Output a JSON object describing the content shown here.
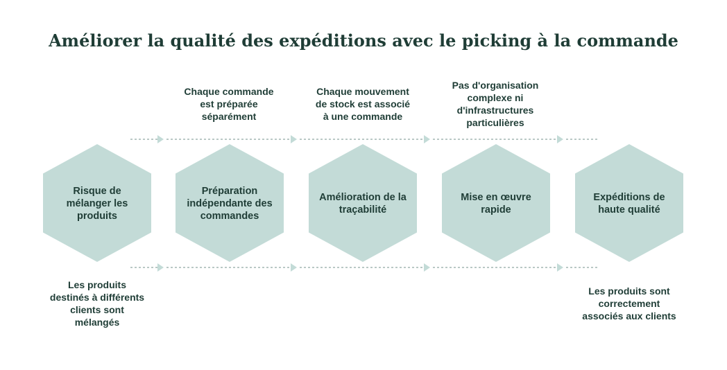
{
  "title": "Améliorer la qualité des expéditions avec le picking à la commande",
  "colors": {
    "hexagon": "#c3dbd7",
    "text": "#1f3d36",
    "arrow": "#8fa7a2"
  },
  "steps": [
    {
      "label": "Risque de\nmélanger les\nproduits"
    },
    {
      "label": "Préparation\nindépendante des\ncommandes"
    },
    {
      "label": "Amélioration de la\ntraçabilité"
    },
    {
      "label": "Mise en œuvre\nrapide"
    },
    {
      "label": "Expéditions de\nhaute qualité"
    }
  ],
  "benefits_top": [
    "Chaque commande\nest préparée\nséparément",
    "Chaque mouvement\nde stock est associé\nà une commande",
    "Pas d'organisation\ncomplexe ni\nd'infrastructures\nparticulières"
  ],
  "notes_bottom": [
    "Les produits\ndestinés à différents\nclients sont\nmélangés",
    "Les produits sont\ncorrectement\nassociés aux clients"
  ]
}
